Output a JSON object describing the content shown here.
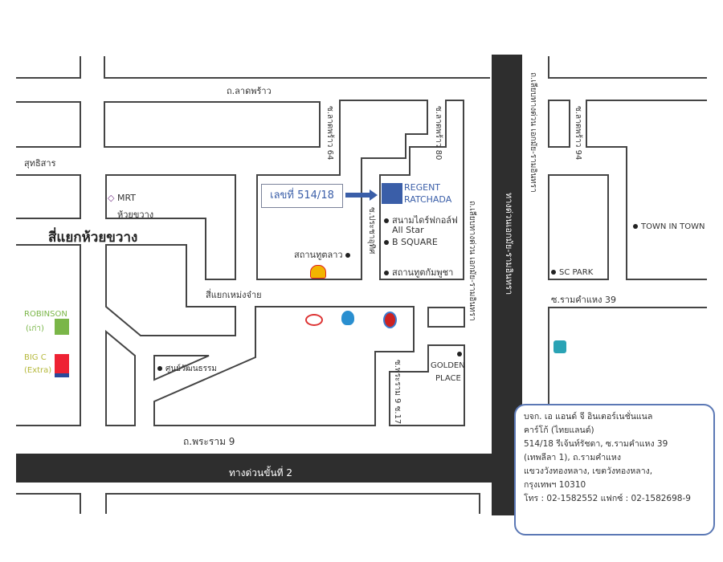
{
  "roads": {
    "ladprao": "ถ.ลาดพร้าว",
    "ladprao_64": "ซ.ลาดพร้าว 64",
    "ladprao_80": "ซ.ลาดพร้าว 80",
    "ladprao_94": "ซ.ลาดพร้าว 94",
    "sutthisan": "สุทธิสาร",
    "huai_khwang_intersection": "สี่แยกห้วยขวาง",
    "meng_jai_intersection": "สี่แยกเหม่งจ๋าย",
    "pracha_uthit": "ซ.ประชาอุทิศ",
    "rama9_17": "ซ.พระราม 9 ซ.17",
    "rama9": "ถ.พระราม 9",
    "expressway_2": "ทางด่วนขั้นที่ 2",
    "frontage_left": "ถ.เลียบทางด่วน เอกมัย-รามอินทรา",
    "expressway_ekamai": "ทางด่วนเอกมัย-รามอินทรา",
    "frontage_right": "ถ.เลียบทางด่วน เอกมัย-รามอินทรา",
    "ramkhamhaeng_39": "ซ.รามคำแหง 39"
  },
  "places": {
    "mrt": "MRT",
    "mrt_station": "ห้วยขวาง",
    "address_number": "เลขที่ 514/18",
    "regent_1": "REGENT",
    "regent_2": "RATCHADA",
    "golf": "สนามไดร์ฟกอล์ฟ",
    "all_star": "All Star",
    "b_square": "B SQUARE",
    "cambodia_embassy": "สถานทูตกัมพูชา",
    "lao_embassy": "สถานทูตลาว",
    "robinson_1": "ROBINSON",
    "robinson_2": "(เก่า)",
    "bigc_1": "BIG C",
    "bigc_2": "(Extra)",
    "cultural_center": "ศูนย์วัฒนธรรม",
    "golden_1": "GOLDEN",
    "golden_2": "PLACE",
    "town_in_town": "TOWN IN TOWN",
    "sc_park": "SC PARK"
  },
  "address": {
    "line1": "บจก. เอ แอนด์ จี อินเตอร์เนชั่นแนล",
    "line2": "คาร์โก้ (ไทยแลนด์)",
    "line3": "514/18 รีเจ้นท์รัชดา, ซ.รามคำแหง 39",
    "line4": "(เทพลีลา 1), ถ.รามคำแหง",
    "line5": "แขวงวังทองหลาง, เขตวังทองหลาง,",
    "line6": "กรุงเทพฯ 10310",
    "line7": "โทร : 02-1582552 แฟกซ์ : 02-1582698-9"
  },
  "colors": {
    "accent": "#3a5ea8",
    "expressway": "#2e2e2e",
    "robinson": "#7ab648",
    "bigc": "#b5b83a"
  }
}
